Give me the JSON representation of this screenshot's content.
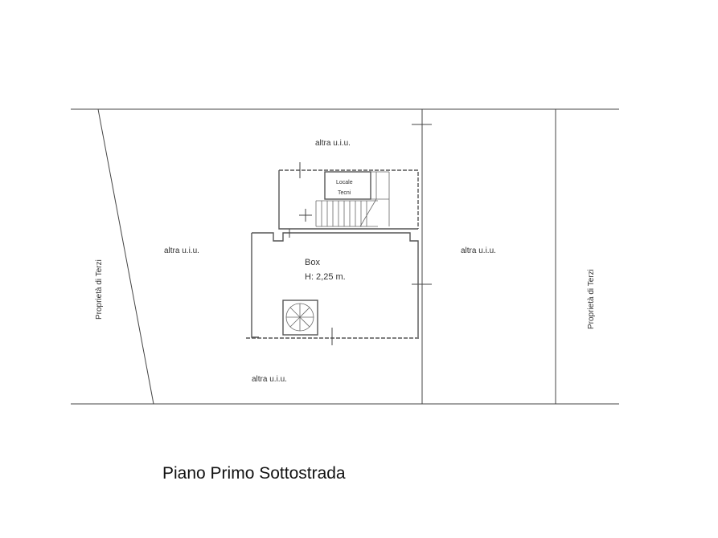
{
  "drawing": {
    "title": "Piano Primo Sottostrada",
    "labels": {
      "altra_top": "altra u.i.u.",
      "altra_left": "altra u.i.u.",
      "altra_bottom": "altra u.i.u.",
      "altra_right": "altra u.i.u.",
      "terzi_left": "Proprietà di Terzi",
      "terzi_right": "Proprietà di Terzi",
      "box_name": "Box",
      "box_height": "H: 2,25 m.",
      "locale_line1": "Locale",
      "locale_line2": "Tecni"
    }
  }
}
